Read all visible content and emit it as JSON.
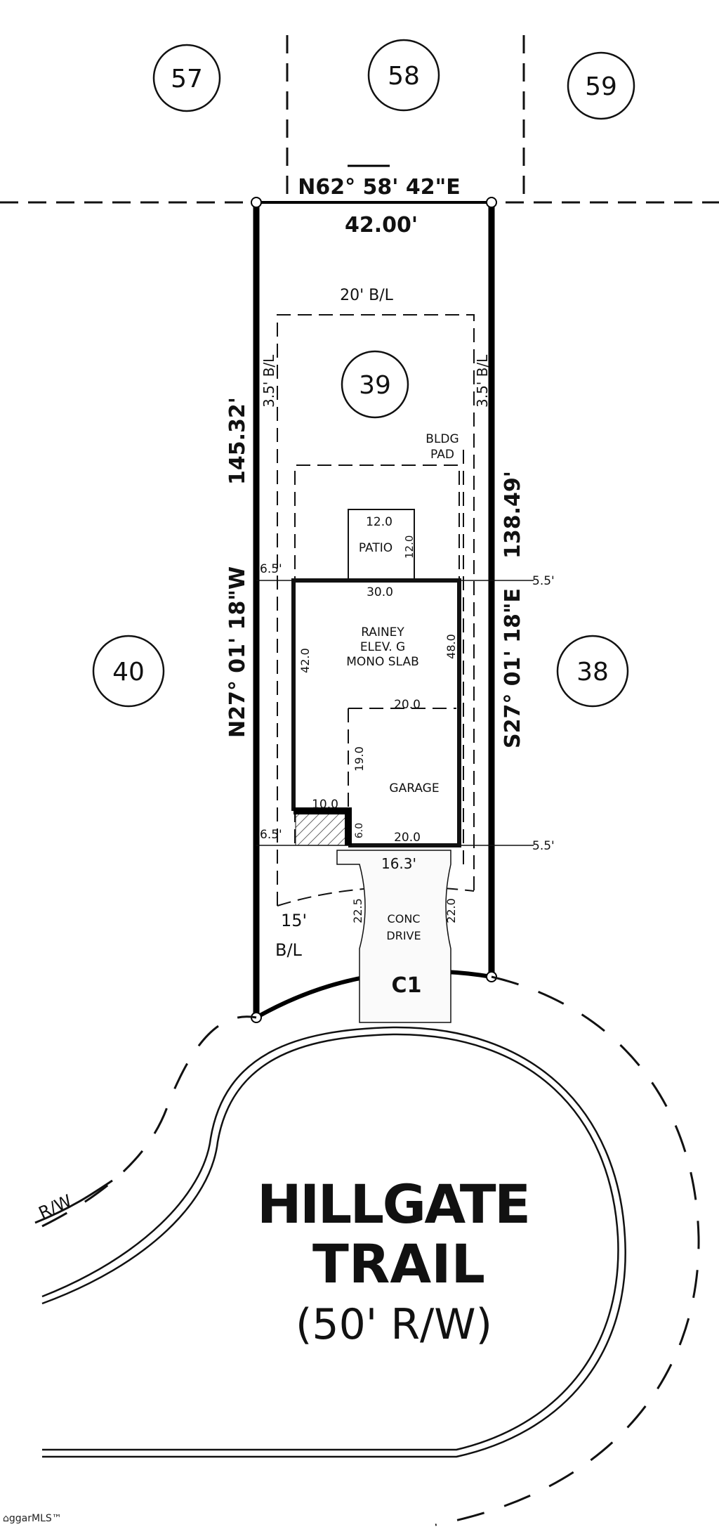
{
  "lots": {
    "north_left": "57",
    "north_mid": "58",
    "north_right": "59",
    "subject": "39",
    "west": "40",
    "east": "38"
  },
  "boundaries": {
    "north_bearing": "N62° 58' 42\"E",
    "north_distance": "42.00'",
    "west_bearing": "N27° 01' 18\"W",
    "west_distance": "145.32'",
    "east_bearing": "S27° 01' 18\"E",
    "east_distance": "138.49'",
    "curve": "C1"
  },
  "setbacks": {
    "rear": "20' B/L",
    "side_left": "3.5' B/L",
    "side_right": "3.5' B/L",
    "front_value": "15'",
    "front_label": "B/L",
    "bldg_pad_1": "BLDG",
    "bldg_pad_2": "PAD"
  },
  "house": {
    "line1": "RAINEY",
    "line2": "ELEV. G",
    "line3": "MONO SLAB",
    "width_top": "30.0",
    "depth_left": "42.0",
    "depth_right": "48.0",
    "notch_width": "10.0",
    "notch_depth": "6.0",
    "garage_label": "GARAGE",
    "garage_width_top": "20.0",
    "garage_width_bottom": "20.0",
    "garage_depth": "19.0",
    "offset_left_top": "6.5'",
    "offset_left_bottom": "6.5'",
    "offset_right_top": "5.5'",
    "offset_right_bottom": "5.5'"
  },
  "patio": {
    "label": "PATIO",
    "width": "12.0",
    "depth": "12.0"
  },
  "drive": {
    "line1": "CONC",
    "line2": "DRIVE",
    "front_width": "16.3'",
    "left_len": "22.5",
    "right_len": "22.0"
  },
  "street": {
    "name1": "HILLGATE",
    "name2": "TRAIL",
    "row": "(50' R/W)",
    "rw_label": "R/W"
  },
  "watermark": "ggarMLS™"
}
